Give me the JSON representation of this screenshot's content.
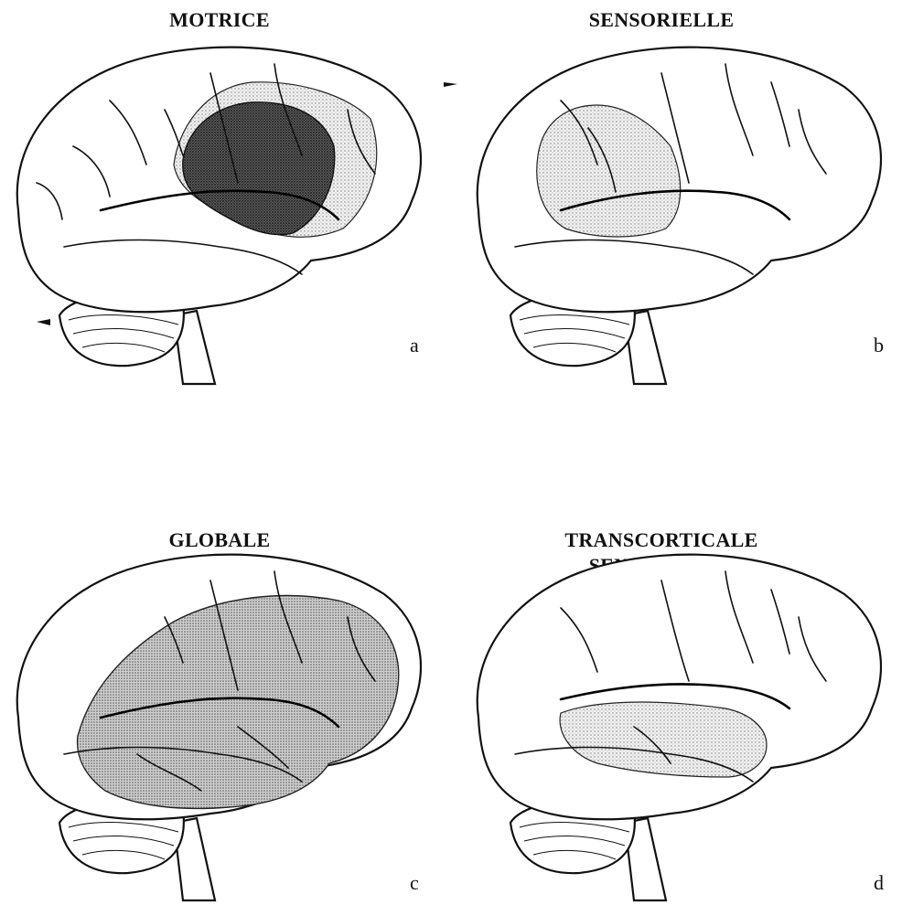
{
  "panels": [
    {
      "title": "MOTRICE",
      "letter": "a",
      "lesion": "anterior-frontal"
    },
    {
      "title": "SENSORIELLE",
      "letter": "b",
      "lesion": "posterior-temporal"
    },
    {
      "title": "GLOBALE",
      "letter": "c",
      "lesion": "perisylvian-large"
    },
    {
      "title": "TRANSCORTICALE\nSENSORIELLE",
      "letter": "d",
      "lesion": "temporal-border"
    }
  ],
  "colors": {
    "lesion_dark": "#3a3a3a",
    "lesion_medium": "#8a8a8a",
    "lesion_light": "#c8c8c8",
    "ink": "#111111"
  }
}
